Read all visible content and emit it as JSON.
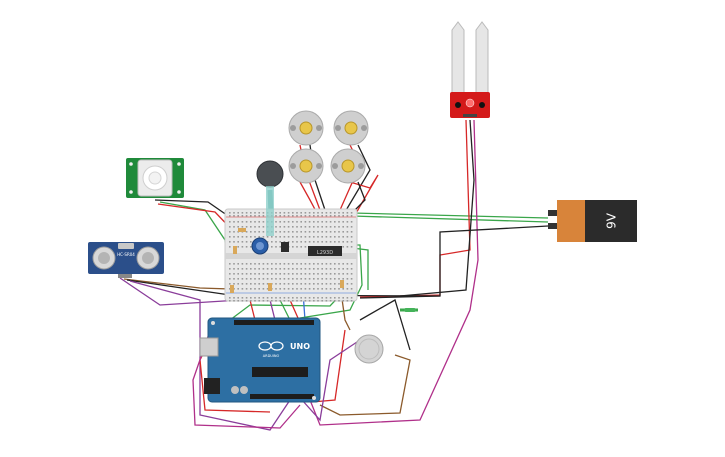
{
  "battery": {
    "label": "9V",
    "color": "#d8843a"
  },
  "ultrasonic": {
    "label": "HC-SR04",
    "color": "#2b4f8a"
  },
  "arduino": {
    "logo": "UNO",
    "brand": "ARDUINO",
    "color": "#2d6fa3"
  },
  "driver_ic": {
    "label": "L293D"
  },
  "colors": {
    "wire_red": "#d62828",
    "wire_black": "#222222",
    "wire_green": "#3aa64a",
    "wire_purple": "#8a3d9a",
    "wire_brown": "#8b5a2b",
    "wire_magenta": "#b0308a",
    "wire_blue": "#3a6fd8",
    "breadboard": "#e8e8e8",
    "moisture_board": "#d41a1a",
    "pir_board": "#1f8a3a"
  },
  "components": [
    {
      "name": "soil-moisture-sensor",
      "icon": "moisture-sensor-icon"
    },
    {
      "name": "pir-sensor",
      "icon": "pir-icon"
    },
    {
      "name": "ultrasonic-sensor",
      "icon": "ultrasonic-icon"
    },
    {
      "name": "dc-motor",
      "icon": "motor-icon"
    },
    {
      "name": "force-sensor",
      "icon": "fsr-icon"
    },
    {
      "name": "potentiometer",
      "icon": "potentiometer-icon"
    },
    {
      "name": "vibration-motor",
      "icon": "vibration-motor-icon"
    },
    {
      "name": "battery-9v",
      "icon": "battery-icon"
    }
  ]
}
